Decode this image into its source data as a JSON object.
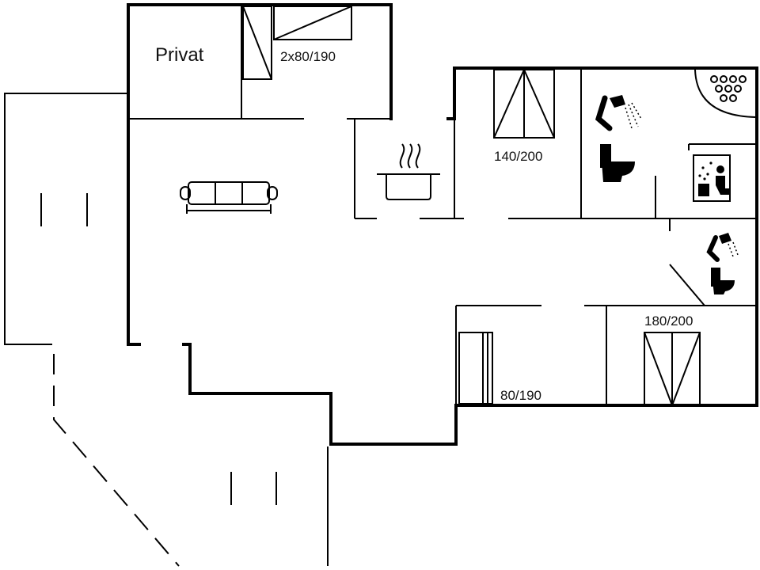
{
  "labels": {
    "private_room": "Privat",
    "bed_loft": "2x80/190",
    "bed_master": "140/200",
    "bed_second": "180/200",
    "bed_single": "80/190"
  },
  "icons": [
    "sofa-icon",
    "cooking-pot-icon",
    "shower-icon",
    "toilet-icon",
    "whirlpool-icon",
    "sauna-icon"
  ]
}
